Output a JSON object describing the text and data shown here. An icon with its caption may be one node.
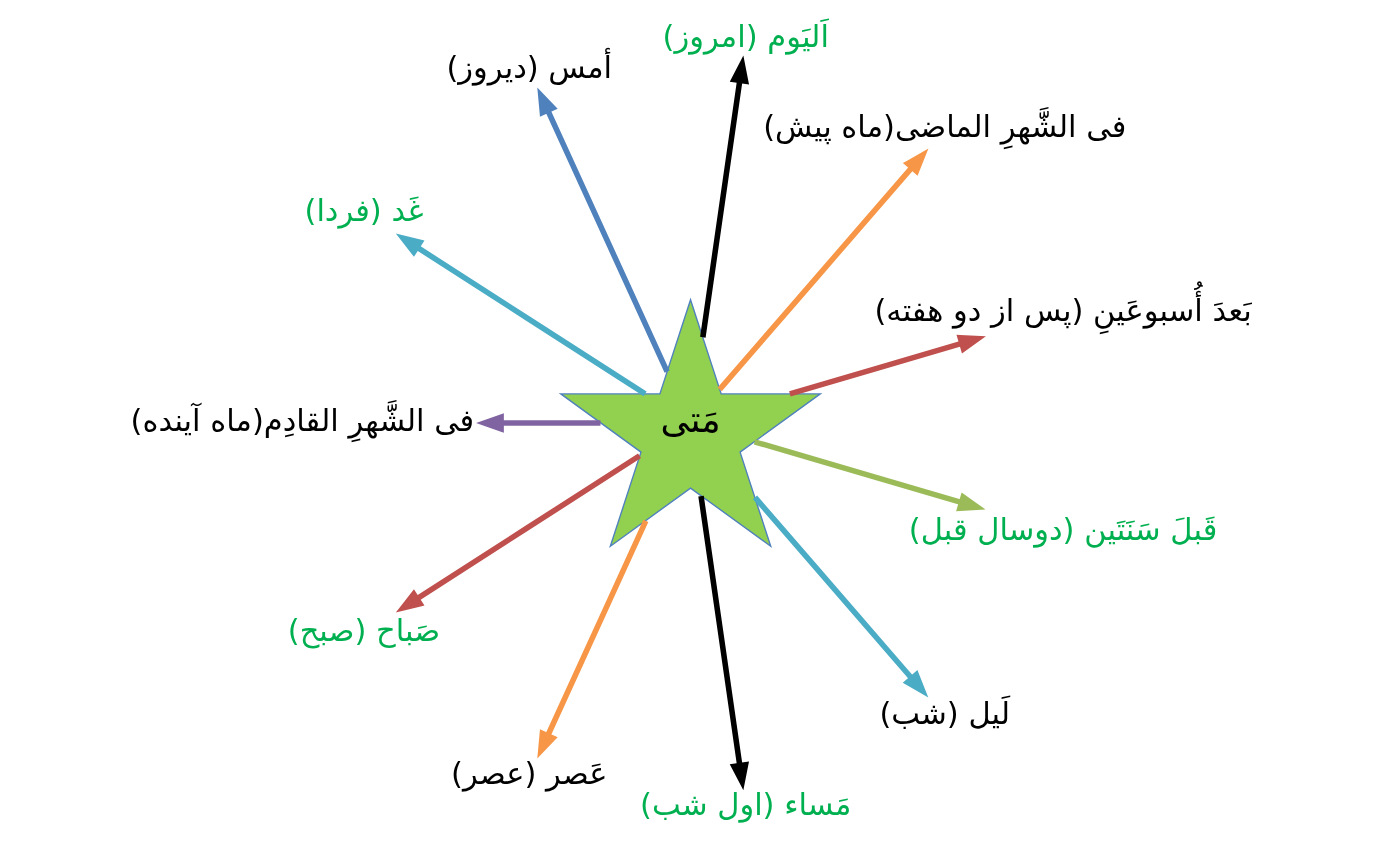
{
  "diagram": {
    "nodes": [
      {
        "text": [
          "مَتی"
        ]
      },
      {
        "text": [
          "بَعدَ أُسبوعَینِ (پس از دو هفته)"
        ]
      },
      {
        "text": [
          "فی الشَّهرِ الماضی(ماه پیش)"
        ]
      },
      {
        "text": [
          "اَلیَوم (امروز)"
        ]
      },
      {
        "text": [
          "أمس (دیروز)"
        ]
      },
      {
        "text": [
          "غَد (فردا)"
        ]
      },
      {
        "text": [
          "فی الشَّهرِ القادِم(ماه آینده)"
        ]
      },
      {
        "text": [
          "صَباح (صبح)"
        ]
      },
      {
        "text": [
          "عَصر (عصر)"
        ]
      },
      {
        "text": [
          "مَساء (اول شب)"
        ]
      },
      {
        "text": [
          "لَیل (شب)"
        ]
      },
      {
        "text": [
          "قَبلَ سَنَتَین (دوسال قبل)"
        ]
      }
    ],
    "edges": [
      {
        "from": 0,
        "to": 1,
        "arrow": "to",
        "color": "#c0504d"
      },
      {
        "from": 0,
        "to": 2,
        "arrow": "to",
        "color": "#f79646"
      },
      {
        "from": 0,
        "to": 3,
        "arrow": "to",
        "color": "#000000"
      },
      {
        "from": 0,
        "to": 4,
        "arrow": "to",
        "color": "#4f81bd"
      },
      {
        "from": 0,
        "to": 5,
        "arrow": "to",
        "color": "#4bacc6"
      },
      {
        "from": 0,
        "to": 6,
        "arrow": "to",
        "color": "#8064a2"
      },
      {
        "from": 0,
        "to": 7,
        "arrow": "to",
        "color": "#c0504d"
      },
      {
        "from": 0,
        "to": 8,
        "arrow": "to",
        "color": "#f79646"
      },
      {
        "from": 0,
        "to": 9,
        "arrow": "to",
        "color": "#000000"
      },
      {
        "from": 0,
        "to": 10,
        "arrow": "to",
        "color": "#4bacc6"
      },
      {
        "from": 0,
        "to": 11,
        "arrow": "to",
        "color": "#9bbb59"
      }
    ]
  }
}
